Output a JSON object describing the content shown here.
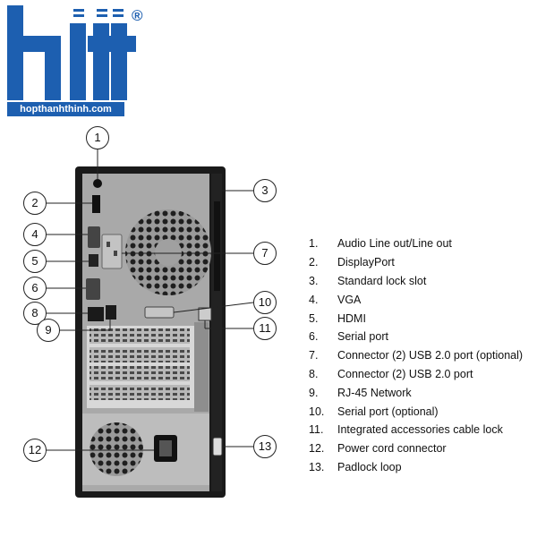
{
  "logo": {
    "url_text": "hopthanhthinh.com",
    "registered_mark": "®"
  },
  "callouts": [
    "1",
    "2",
    "3",
    "4",
    "5",
    "6",
    "7",
    "8",
    "9",
    "10",
    "11",
    "12",
    "13"
  ],
  "legend": [
    {
      "num": "1.",
      "label": "Audio Line out/Line out"
    },
    {
      "num": "2.",
      "label": "DisplayPort"
    },
    {
      "num": "3.",
      "label": "Standard lock slot"
    },
    {
      "num": "4.",
      "label": "VGA"
    },
    {
      "num": "5.",
      "label": "HDMI"
    },
    {
      "num": "6.",
      "label": "Serial port"
    },
    {
      "num": "7.",
      "label": "Connector (2) USB 2.0 port (optional)"
    },
    {
      "num": "8.",
      "label": "Connector (2) USB 2.0 port"
    },
    {
      "num": "9.",
      "label": "RJ-45 Network"
    },
    {
      "num": "10.",
      "label": "Serial port (optional)"
    },
    {
      "num": "11.",
      "label": "Integrated accessories cable lock"
    },
    {
      "num": "12.",
      "label": "Power cord connector"
    },
    {
      "num": "13.",
      "label": "Padlock loop"
    }
  ],
  "colors": {
    "brand": "#1d5fb0",
    "chassis": "#1a1a1a",
    "panel": "#a8a8a8"
  }
}
